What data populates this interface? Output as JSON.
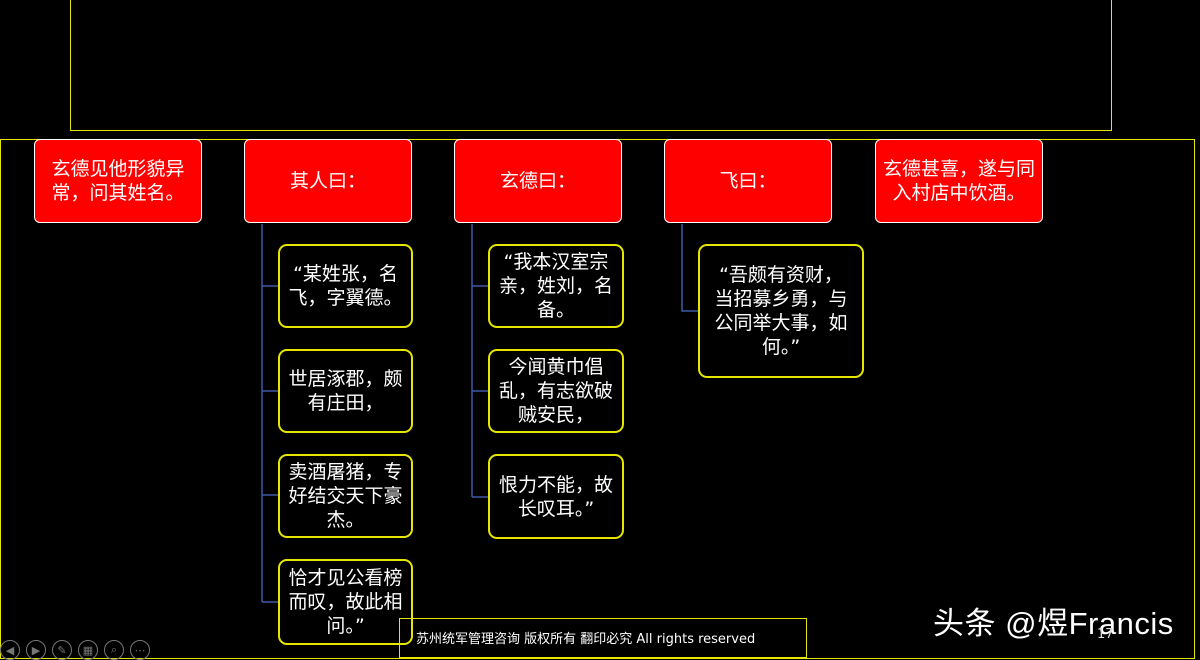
{
  "top_nodes": [
    {
      "label": "玄德见他形貌异常，问其姓名。"
    },
    {
      "label": "其人曰："
    },
    {
      "label": "玄德曰："
    },
    {
      "label": "飞曰："
    },
    {
      "label": "玄德甚喜，遂与同入村店中饮酒。"
    }
  ],
  "children": {
    "qiren": [
      {
        "label": "“某姓张，名飞，字翼德。"
      },
      {
        "label": "世居涿郡，颇有庄田，"
      },
      {
        "label": "卖酒屠猪，专好结交天下豪杰。"
      },
      {
        "label": "恰才见公看榜而叹，故此相问。”"
      }
    ],
    "xuande": [
      {
        "label": "“我本汉室宗亲，姓刘，名备。"
      },
      {
        "label": "今闻黄巾倡乱，有志欲破贼安民，"
      },
      {
        "label": "恨力不能，故长叹耳。”"
      }
    ],
    "fei": [
      {
        "label": "“吾颇有资财，当招募乡勇，与公同举大事，如何。”"
      }
    ]
  },
  "footer": {
    "text": "苏州统军管理咨询  版权所有  翻印必究  All rights reserved"
  },
  "watermark": {
    "text": "头条 @煜Francis"
  },
  "page_number": "17",
  "nav_icons": [
    "back-icon",
    "forward-icon",
    "pen-icon",
    "slides-icon",
    "zoom-icon",
    "more-icon"
  ],
  "colors": {
    "node_fill": "#ff0000",
    "child_border": "#e6e600",
    "connector": "#3b5aa8"
  }
}
